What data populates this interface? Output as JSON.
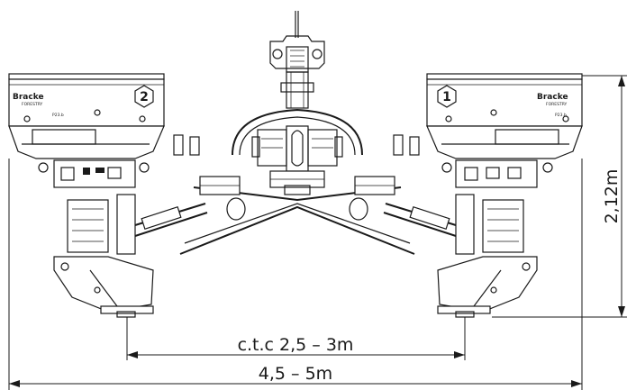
{
  "dimensions": {
    "height": "2,12m",
    "ctc": "c.t.c  2,5 – 3m",
    "width": "4,5 – 5m"
  },
  "left_unit": {
    "brand": "Bracke",
    "sub": "FORESTRY",
    "model": "P23.b",
    "number": "2"
  },
  "right_unit": {
    "brand": "Bracke",
    "sub": "FORESTRY",
    "model": "P23.b",
    "number": "1"
  }
}
